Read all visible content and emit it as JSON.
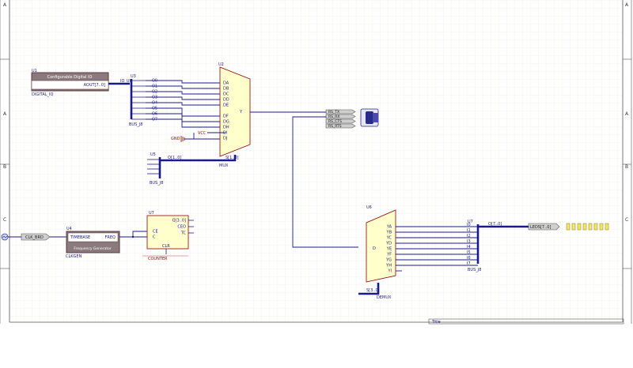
{
  "border": {
    "rows": [
      "A",
      "B",
      "C"
    ],
    "row_glyph": "▲"
  },
  "digital_io": {
    "designator": "U1",
    "title": "Configurable Digital IO",
    "port": "AOUT[7..0]",
    "name": "DIGITAL_IO",
    "net": "IO_U0"
  },
  "bus_joiner_in": {
    "designator": "U3",
    "pins": [
      "O0",
      "O1",
      "O2",
      "O3",
      "O4",
      "O5",
      "O6",
      "O7"
    ],
    "name": "BUS_J8"
  },
  "mux": {
    "designator": "U2",
    "inputs": [
      "DA",
      "DB",
      "DC",
      "DD",
      "DE",
      "DF",
      "DG",
      "DH",
      "DI",
      "DJ"
    ],
    "output": "Y",
    "sel": "S[1..0]",
    "name": "MUX"
  },
  "vcc": "VCC",
  "gnd": "GND",
  "bus_joiner_sel": {
    "designator": "U5",
    "net": "O[1..0]",
    "name": "BUS_J8"
  },
  "rs_ports": [
    "RS_TX",
    "RS_RX",
    "RS_CTS",
    "RS_RTS"
  ],
  "clk_port": "CLK_BRD",
  "clkgen": {
    "designator": "U4",
    "in_label": "TIMEBASE",
    "out_label": "FREQ",
    "title": "Frequency Generator",
    "name": "CLKGEN"
  },
  "counter": {
    "designator": "U7",
    "pins_left": [
      "CE",
      "C"
    ],
    "pins_right": [
      "Q[3..0]",
      "CEO",
      "TC"
    ],
    "pin_bottom": "CLR",
    "name": "COUNTER"
  },
  "demux": {
    "designator": "U6",
    "outputs": [
      "YA",
      "YB",
      "YC",
      "YD",
      "YE",
      "YF",
      "YG",
      "YH",
      "YI"
    ],
    "input": "D",
    "sel": "S[3..0]",
    "name": "DEMUX"
  },
  "bus_joiner_out": {
    "designator": "U7",
    "net": "O[7..0]",
    "name": "BUS_J8"
  },
  "leds_port": "LEDS[7..0]",
  "title_block": {
    "label": "Title"
  }
}
